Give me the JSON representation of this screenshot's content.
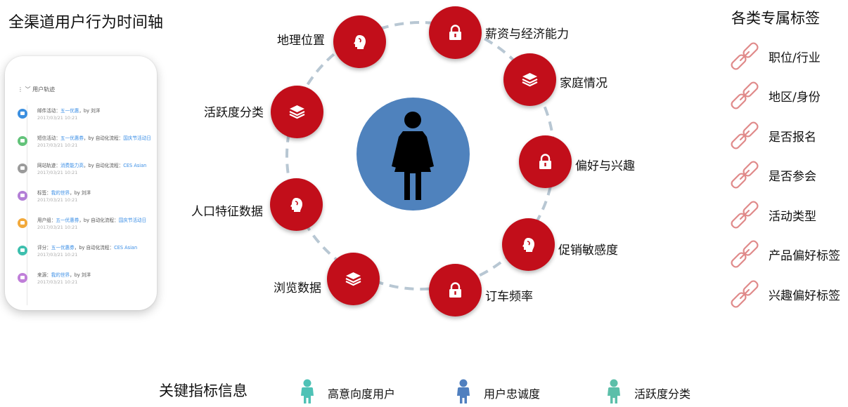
{
  "header": {
    "left_title": "全渠道用户行为时间轴",
    "right_title": "各类专属标签"
  },
  "phone": {
    "header_label": "用户轨迹",
    "events": [
      {
        "prefix": "邮件活动：",
        "link": "五一优惠",
        "suffix": "，by 刘洋",
        "time": "2017/03/21 10:21",
        "color": "#3b8fe0"
      },
      {
        "prefix": "短信活动：",
        "link": "五一优惠券",
        "suffix": "，by 自动化流程：",
        "link2": "国庆节活动日",
        "time": "2017/03/21 10:21",
        "color": "#63c37a"
      },
      {
        "prefix": "网站轨迹：",
        "link": "消费能力高",
        "suffix": "，by 自动化流程：",
        "link2": "CES Asian",
        "time": "2017/03/21 10:21",
        "color": "#9b9b9b"
      },
      {
        "prefix": "标签：",
        "link": "我的世界",
        "suffix": "，by 刘洋",
        "time": "2017/03/21 10:21",
        "color": "#b37fd6"
      },
      {
        "prefix": "用户组：",
        "link": "五一优惠券",
        "suffix": "，by 自动化流程：",
        "link2": "国庆节活动日",
        "time": "2017/03/21 10:21",
        "color": "#f2a93b"
      },
      {
        "prefix": "评分：",
        "link": "五一优惠券",
        "suffix": "，by 自动化流程：",
        "link2": "CES Asian",
        "time": "2017/03/21 10:21",
        "color": "#3dbfae"
      },
      {
        "prefix": "来源：",
        "link": "我的世界",
        "suffix": "，by 刘洋",
        "time": "2017/03/21 10:21",
        "color": "#c07fd9"
      }
    ]
  },
  "diagram": {
    "nodes": [
      {
        "label": "地理位置",
        "icon": "head-icon"
      },
      {
        "label": "薪资与经济能力",
        "icon": "lock-icon"
      },
      {
        "label": "家庭情况",
        "icon": "layers-icon"
      },
      {
        "label": "偏好与兴趣",
        "icon": "lock-icon"
      },
      {
        "label": "促销敏感度",
        "icon": "head-icon"
      },
      {
        "label": "订车频率",
        "icon": "lock-icon"
      },
      {
        "label": "浏览数据",
        "icon": "layers-icon"
      },
      {
        "label": "人口特征数据",
        "icon": "head-icon"
      },
      {
        "label": "活跃度分类",
        "icon": "layers-icon"
      }
    ],
    "center_icon": "person-icon",
    "colors": {
      "node": "#c20e1a",
      "center": "#4f82bd",
      "ring": "#b8c7d3"
    }
  },
  "tags": {
    "items": [
      "职位/行业",
      "地区/身份",
      "是否报名",
      "是否参会",
      "活动类型",
      "产品偏好标签",
      "兴趣偏好标签"
    ],
    "color": "#e08a8a"
  },
  "kpi": {
    "title": "关键指标信息",
    "items": [
      {
        "label": "高意向度用户",
        "color": "#4fc2b6"
      },
      {
        "label": "用户忠诚度",
        "color": "#4f7fbf"
      },
      {
        "label": "活跃度分类",
        "color": "#5cbfa9"
      }
    ]
  }
}
